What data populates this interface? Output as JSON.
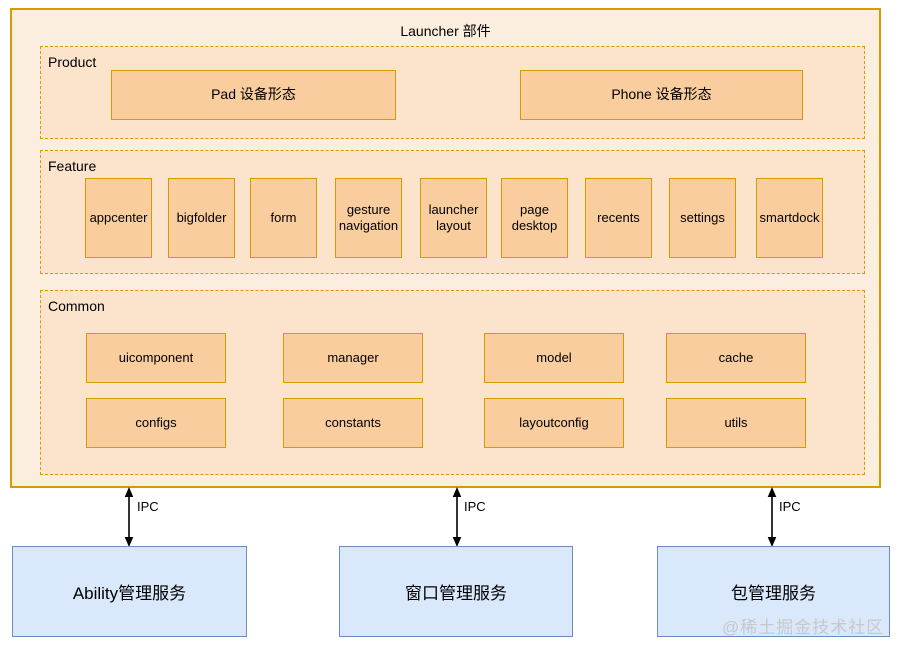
{
  "diagram": {
    "title": "Launcher 部件",
    "watermark": "@稀土掘金技术社区",
    "sections": {
      "product": {
        "label": "Product",
        "items": [
          "Pad 设备形态",
          "Phone 设备形态"
        ]
      },
      "feature": {
        "label": "Feature",
        "items": [
          "appcenter",
          "bigfolder",
          "form",
          "gesture navigation",
          "launcher layout",
          "page desktop",
          "recents",
          "settings",
          "smartdock"
        ]
      },
      "common": {
        "label": "Common",
        "row1": [
          "uicomponent",
          "manager",
          "model",
          "cache"
        ],
        "row2": [
          "configs",
          "constants",
          "layoutconfig",
          "utils"
        ]
      }
    },
    "connections": {
      "label": "IPC"
    },
    "services": [
      "Ability管理服务",
      "窗口管理服务",
      "包管理服务"
    ],
    "colors": {
      "container_fill": "#FCEEDE",
      "section_fill": "#FBE4CB",
      "node_fill": "#F9CD9E",
      "node_border": "#D79B00",
      "service_fill": "#DAE8FC",
      "service_border": "#6C8EBF",
      "arrow": "#000000",
      "watermark": "#C8C8C8"
    }
  }
}
